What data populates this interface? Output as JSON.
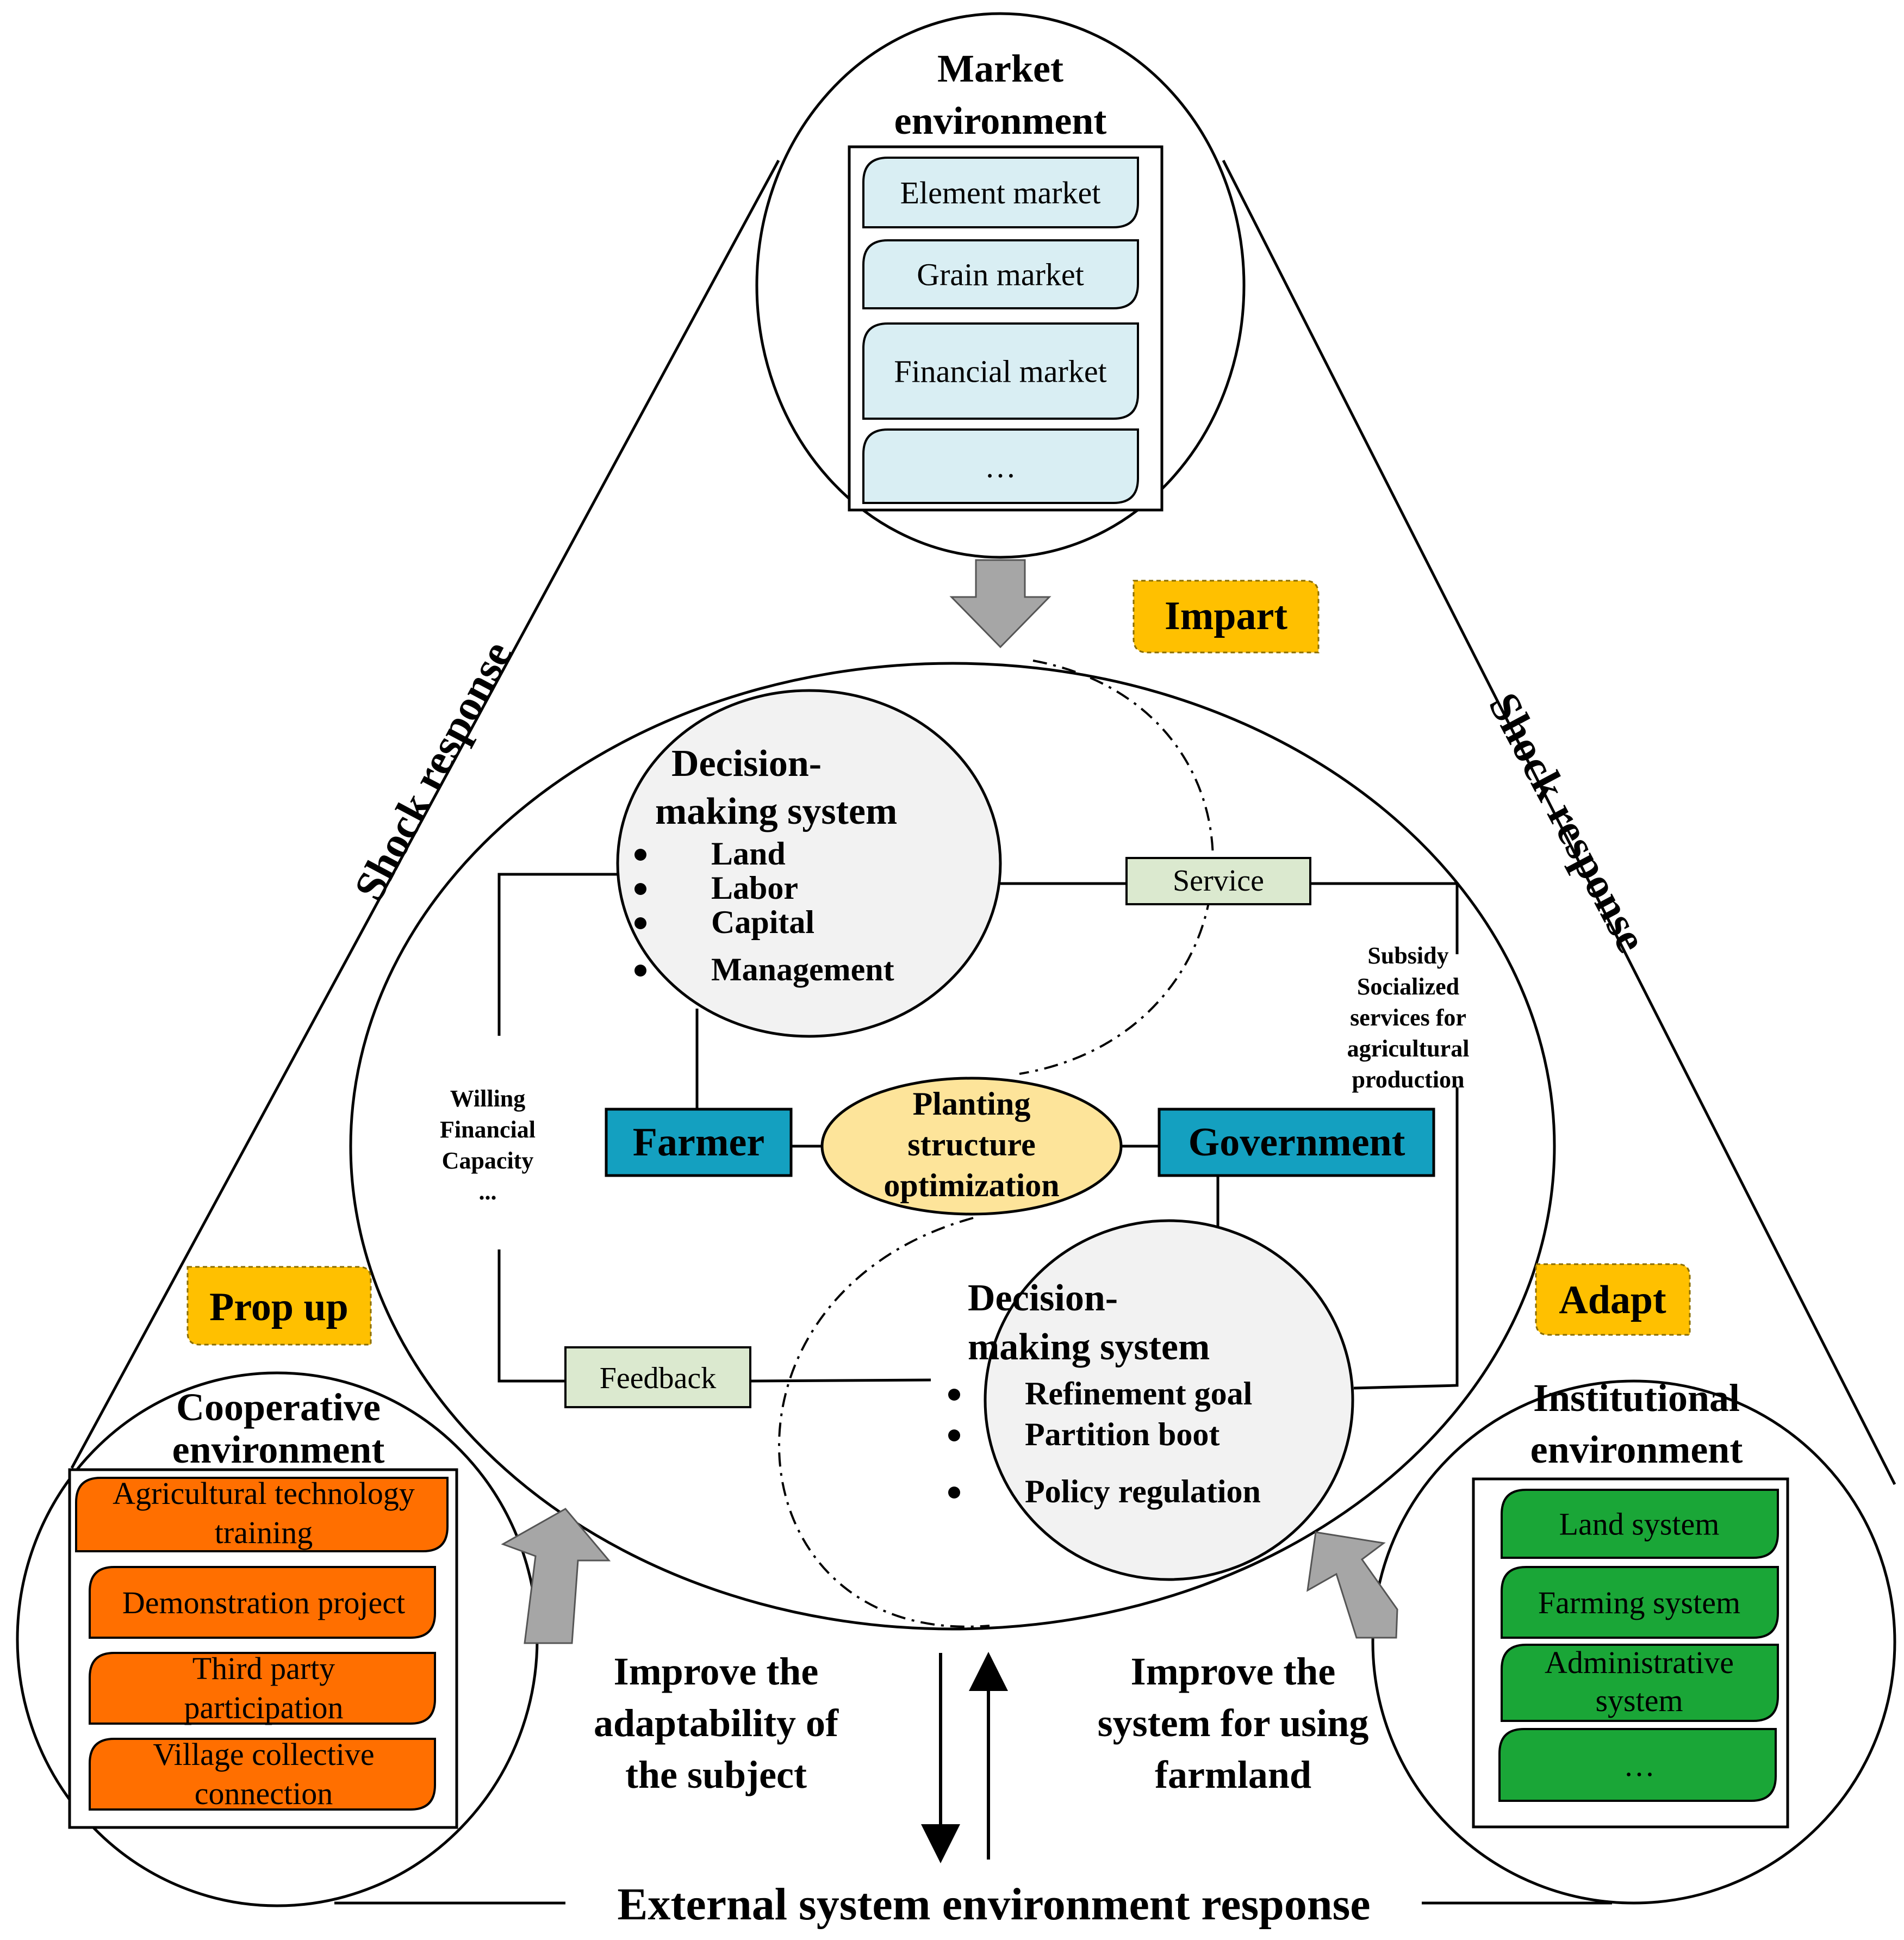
{
  "colors": {
    "market_box": "#d9eef3",
    "cooperative_box": "#ff6f00",
    "institutional_box": "#1aa637",
    "agent_box": "#14a0c0",
    "center_oval": "#fde49a",
    "badge": "#ffc000",
    "small_label": "#dbe9cf",
    "subsystem_circle": "#f2f2f2",
    "arrow_gray": "#a6a6a6"
  },
  "market": {
    "title_line1": "Market",
    "title_line2": "environment",
    "items": [
      "Element market",
      "Grain market",
      "Financial market",
      "…"
    ]
  },
  "cooperative": {
    "title_line1": "Cooperative",
    "title_line2": "environment",
    "items": [
      [
        "Agricultural technology",
        "training"
      ],
      [
        "Demonstration project"
      ],
      [
        "Third party",
        "participation"
      ],
      [
        "Village collective",
        "connection"
      ]
    ]
  },
  "institutional": {
    "title_line1": "Institutional",
    "title_line2": "environment",
    "items": [
      [
        "Land system"
      ],
      [
        "Farming system"
      ],
      [
        "Administrative",
        "system"
      ],
      [
        "…"
      ]
    ]
  },
  "badges": {
    "impart": "Impart",
    "prop_up": "Prop up",
    "adapt": "Adapt"
  },
  "shock_left": "Shock response",
  "shock_right": "Shock response",
  "farmer_system": {
    "title_line1": "Decision-",
    "title_line2": "making system",
    "items": [
      "Land",
      "Labor",
      "Capital",
      "Management"
    ]
  },
  "government_system": {
    "title_line1": "Decision-",
    "title_line2": "making system",
    "items": [
      "Refinement goal",
      "Partition boot",
      "Policy regulation"
    ]
  },
  "farmer_label": "Farmer",
  "government_label": "Government",
  "center": {
    "line1": "Planting",
    "line2": "structure",
    "line3": "optimization"
  },
  "service_label": "Service",
  "feedback_label": "Feedback",
  "subsidy_lines": [
    "Subsidy",
    "Socialized",
    "services for",
    "agricultural",
    "production"
  ],
  "willing_lines": [
    "Willing",
    "Financial",
    "Capacity",
    "..."
  ],
  "improve_left": [
    "Improve the",
    "adaptability of",
    "the subject"
  ],
  "improve_right": [
    "Improve the",
    "system for using",
    "farmland"
  ],
  "external_response": "External system environment response"
}
